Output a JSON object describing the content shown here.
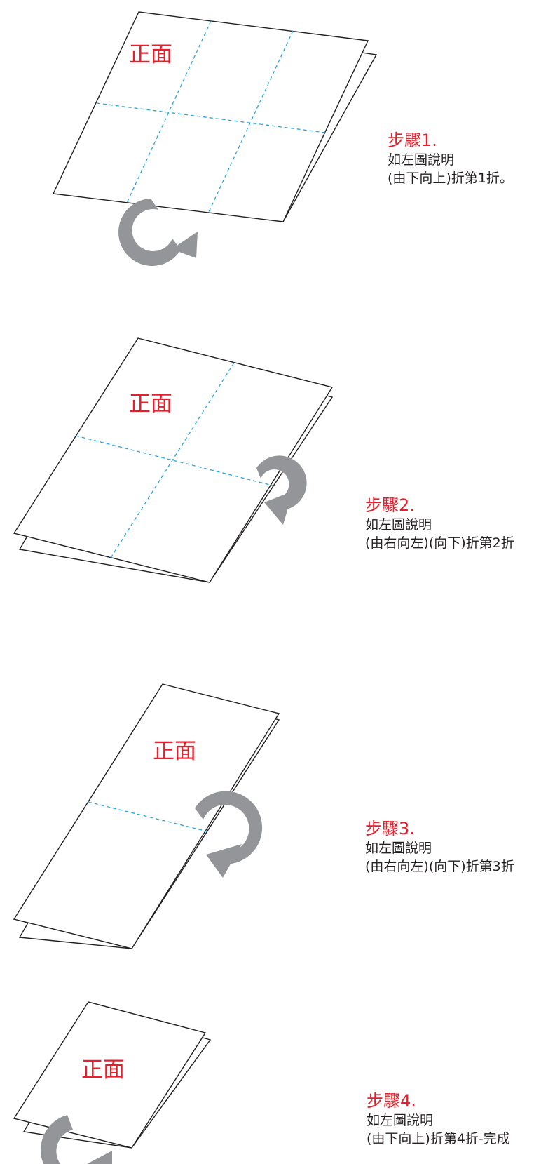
{
  "front_label": "正面",
  "colors": {
    "step_title": "#e61f2a",
    "front_label": "#e61f2a",
    "fold_line": "#29a6d9",
    "arrow": "#939598",
    "outline": "#231f20"
  },
  "steps": [
    {
      "title": "步驟1.",
      "line1": "如左圖說明",
      "line2": "(由下向上)折第1折。"
    },
    {
      "title": "步驟2.",
      "line1": "如左圖說明",
      "line2": "(由右向左)(向下)折第2折"
    },
    {
      "title": "步驟3.",
      "line1": "如左圖說明",
      "line2": "(由右向左)(向下)折第3折"
    },
    {
      "title": "步驟4.",
      "line1": "如左圖說明",
      "line2": "(由下向上)折第4折-完成"
    }
  ],
  "icons": {
    "fold_arrow": "curved-arrow-icon"
  }
}
